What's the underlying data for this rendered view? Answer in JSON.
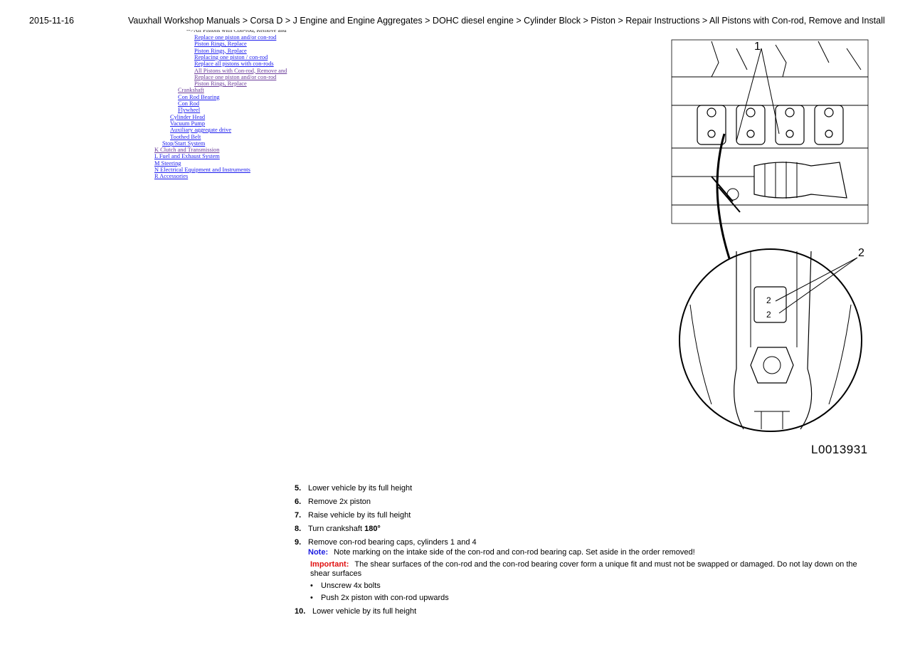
{
  "header": {
    "date": "2015-11-16",
    "breadcrumb": "Vauxhall Workshop Manuals > Corsa D > J Engine and Engine Aggregates > DOHC diesel engine > Cylinder Block > Piston > Repair Instructions > All Pistons with Con-rod, Remove and Install"
  },
  "nav": {
    "current_cut": "-->All Pistons with Con-rod, Remove and",
    "items": [
      {
        "label": "Replace one piston and/or con-rod",
        "visited": false
      },
      {
        "label": "Piston Rings, Replace",
        "visited": false
      },
      {
        "label": "Piston Rings, Replace",
        "visited": false
      },
      {
        "label": "Replacing one piston / con-rod",
        "visited": false
      },
      {
        "label": "Replace all pistons with con-rods",
        "visited": false
      },
      {
        "label": "All Pistons with Con-rod, Remove and",
        "visited": true
      },
      {
        "label": "Replace one piston and/or con-rod",
        "visited": true
      },
      {
        "label": "Piston Rings, Replace",
        "visited": true
      },
      {
        "label": "Crankshaft",
        "visited": true
      },
      {
        "label": "Con Rod Bearing",
        "visited": false
      },
      {
        "label": "Con Rod",
        "visited": false
      },
      {
        "label": "Flywheel",
        "visited": false
      },
      {
        "label": "Cylinder Head",
        "visited": false
      },
      {
        "label": "Vacuum Pump",
        "visited": false
      },
      {
        "label": "Auxiliary aggregate drive",
        "visited": false
      },
      {
        "label": "Toothed Belt",
        "visited": false
      },
      {
        "label": "Stop/Start System",
        "visited": false
      },
      {
        "label": "K Clutch and Transmission",
        "visited": true
      },
      {
        "label": "L Fuel and Exhaust System",
        "visited": false
      },
      {
        "label": "M Steering",
        "visited": false
      },
      {
        "label": "N Electrical Equipment and Instruments",
        "visited": false
      },
      {
        "label": "R Accessories",
        "visited": false
      }
    ]
  },
  "figure": {
    "label": "L0013931",
    "callouts": [
      "1",
      "2"
    ]
  },
  "steps": [
    {
      "num": "5.",
      "text": "Lower vehicle by its full height"
    },
    {
      "num": "6.",
      "text": "Remove 2x piston"
    },
    {
      "num": "7.",
      "text": "Raise vehicle by its full height"
    },
    {
      "num": "8.",
      "text": "Turn crankshaft ",
      "bold": "180°"
    },
    {
      "num": "9.",
      "text": "Remove con-rod bearing caps, cylinders 1 and 4",
      "note_label": "Note:",
      "note": "Note marking on the intake side of the con-rod and con-rod bearing cap. Set aside in the order removed!",
      "important_label": "Important:",
      "important": "The shear surfaces of the con-rod and the con-rod bearing cover form a unique fit and must not be swapped or damaged. Do not lay down on the shear surfaces",
      "bullets": [
        "Unscrew 4x bolts",
        "Push 2x piston with con-rod upwards"
      ]
    },
    {
      "num": "10.",
      "text": "Lower vehicle by its full height"
    }
  ],
  "colors": {
    "link": "#1a1aee",
    "visited": "#6a3b9a",
    "note": "#1a1ae0",
    "important": "#e01010"
  }
}
